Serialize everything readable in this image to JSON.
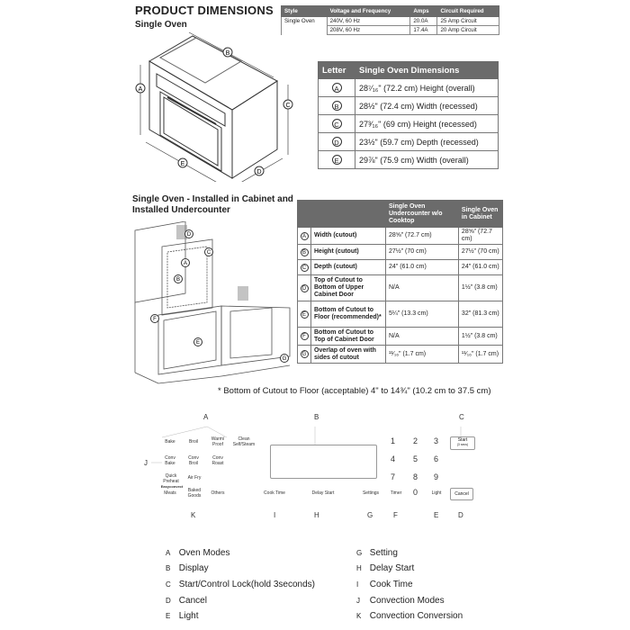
{
  "title": "PRODUCT DIMENSIONS",
  "section_single": "Single Oven",
  "section_installed": "Single Oven - Installed in Cabinet and Installed Undercounter",
  "spec_table": {
    "headers": [
      "Style",
      "Voltage and Frequency",
      "Amps",
      "Circuit Required"
    ],
    "rows": [
      [
        "Single Oven",
        "240V, 60 Hz",
        "20.0A",
        "25 Amp Circuit"
      ],
      [
        "",
        "208V, 60 Hz",
        "17.4A",
        "20 Amp Circuit"
      ]
    ]
  },
  "dim_table": {
    "headers": [
      "Letter",
      "Single Oven Dimensions"
    ],
    "rows": [
      {
        "letter": "A",
        "text": "28⁷⁄₁₆\" (72.2 cm) Height (overall)"
      },
      {
        "letter": "B",
        "text": "28½\" (72.4 cm) Width (recessed)"
      },
      {
        "letter": "C",
        "text": "27³⁄₁₆\" (69 cm) Height (recessed)"
      },
      {
        "letter": "D",
        "text": "23½\" (59.7 cm) Depth (recessed)"
      },
      {
        "letter": "E",
        "text": "29⅞\" (75.9 cm) Width (overall)"
      }
    ]
  },
  "inst_table": {
    "headers": [
      "",
      "",
      "Single Oven Undercounter w/o Cooktop",
      "Single Oven in Cabinet"
    ],
    "rows": [
      {
        "letter": "A",
        "desc": "Width (cutout)",
        "under": "28⅝\" (72.7 cm)",
        "cab": "28⅝\" (72.7 cm)"
      },
      {
        "letter": "B",
        "desc": "Height (cutout)",
        "under": "27½\" (70 cm)",
        "cab": "27½\" (70 cm)"
      },
      {
        "letter": "C",
        "desc": "Depth (cutout)",
        "under": "24\" (61.0 cm)",
        "cab": "24\" (61.0 cm)"
      },
      {
        "letter": "D",
        "desc": "Top of Cutout to Bottom of Upper Cabinet Door",
        "under": "N/A",
        "cab": "1½\" (3.8 cm)"
      },
      {
        "letter": "E",
        "desc": "Bottom of Cutout to Floor (recommended)*",
        "under": "5¼\" (13.3 cm)",
        "cab": "32\" (81.3 cm)"
      },
      {
        "letter": "F",
        "desc": "Bottom of Cutout to Top of Cabinet Door",
        "under": "N/A",
        "cab": "1½\" (3.8 cm)"
      },
      {
        "letter": "G",
        "desc": "Overlap of oven with sides of cutout",
        "under": "¹¹⁄₁₆\" (1.7 cm)",
        "cab": "¹¹⁄₁₆\" (1.7 cm)"
      }
    ]
  },
  "footnote": "* Bottom of Cutout to Floor (acceptable) 4\" to 14¾\" (10.2 cm to 37.5 cm)",
  "drawing_letters": {
    "oven": [
      "A",
      "B",
      "C",
      "D",
      "E"
    ],
    "cabinet": [
      "A",
      "B",
      "C",
      "D",
      "E",
      "F",
      "G"
    ]
  },
  "control_panel": {
    "mode_buttons": {
      "bake": "Bake",
      "broil": "Broil",
      "warm_proof": "Warm/ Proof",
      "clean": "Clean Self/Steam",
      "conv_bake": "Conv Bake",
      "conv_broil": "Conv Broil",
      "conv_roast": "Conv Roast",
      "air_fry": "Air Fry",
      "quick_preheat": "Quick Preheat",
      "easyconvect": "Easyconvect",
      "meats": "Meats",
      "baked_goods": "Baked Goods",
      "others": "Others"
    },
    "bottom_labels": {
      "cook_time": "Cook Time",
      "delay_start": "Delay Start",
      "settings": "Settings",
      "timer": "Timer",
      "light": "Light"
    },
    "keypad": [
      "1",
      "2",
      "3",
      "4",
      "5",
      "6",
      "7",
      "8",
      "9",
      "0"
    ],
    "start": "Start",
    "start_sub": "(3 secs)",
    "cancel": "Cancel",
    "callouts": {
      "top": [
        "A",
        "B",
        "C"
      ],
      "side": "J",
      "bottom": [
        "K",
        "I",
        "H",
        "G",
        "F",
        "E",
        "D"
      ]
    }
  },
  "legend": [
    {
      "key": "A",
      "label": "Oven Modes"
    },
    {
      "key": "B",
      "label": "Display"
    },
    {
      "key": "C",
      "label": "Start/Control Lock(hold 3seconds)"
    },
    {
      "key": "D",
      "label": "Cancel"
    },
    {
      "key": "E",
      "label": "Light"
    },
    {
      "key": "G",
      "label": "Setting"
    },
    {
      "key": "H",
      "label": "Delay Start"
    },
    {
      "key": "I",
      "label": "Cook Time"
    },
    {
      "key": "J",
      "label": "Convection Modes"
    },
    {
      "key": "K",
      "label": "Convection Conversion"
    }
  ]
}
